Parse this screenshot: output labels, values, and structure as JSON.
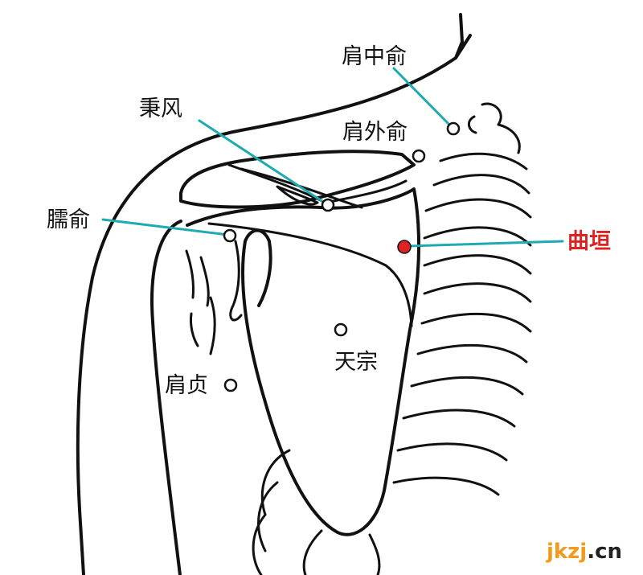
{
  "colors": {
    "leader": "#1eaab0",
    "highlight": "#dd2222",
    "watermark_main": "#f39a1c",
    "watermark_tld": "#222222"
  },
  "acupoints": [
    {
      "id": "jianzhongshu",
      "label": "肩中俞",
      "highlighted": false
    },
    {
      "id": "bingfeng",
      "label": "秉风",
      "highlighted": false
    },
    {
      "id": "jianwaishu",
      "label": "肩外俞",
      "highlighted": false
    },
    {
      "id": "naoshu",
      "label": "臑俞",
      "highlighted": false
    },
    {
      "id": "quyuan",
      "label": "曲垣",
      "highlighted": true
    },
    {
      "id": "tianzong",
      "label": "天宗",
      "highlighted": false
    },
    {
      "id": "jianzhen",
      "label": "肩贞",
      "highlighted": false
    }
  ],
  "watermark": {
    "main": "jkzj",
    "tld": ".cn"
  }
}
